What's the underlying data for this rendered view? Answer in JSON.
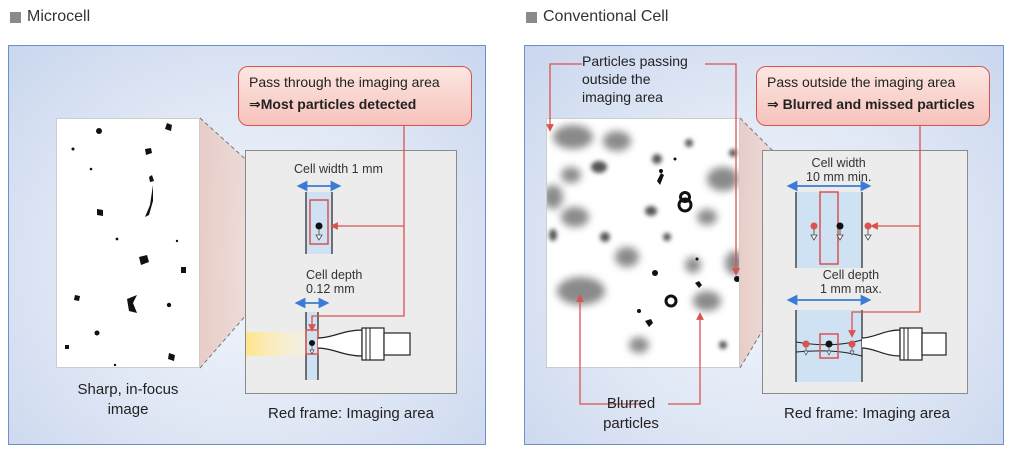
{
  "microcell": {
    "title": "Microcell",
    "callout_line1": "Pass through the imaging area",
    "callout_line2": "⇒Most particles detected",
    "cell_width": "Cell width 1 mm",
    "cell_depth_line1": "Cell depth",
    "cell_depth_line2": "0.12 mm",
    "image_caption_line1": "Sharp, in-focus",
    "image_caption_line2": "image",
    "frame_caption": "Red frame: Imaging area"
  },
  "conventional": {
    "title": "Conventional Cell",
    "outside_label_line1": "Particles passing",
    "outside_label_line2": "outside the",
    "outside_label_line3": "imaging area",
    "callout_line1": "Pass outside the imaging area",
    "callout_line2": "⇒ Blurred and missed particles",
    "cell_width_line1": "Cell width",
    "cell_width_line2": "10 mm min.",
    "cell_depth_line1": "Cell depth",
    "cell_depth_line2": "1 mm max.",
    "blurred_line1": "Blurred",
    "blurred_line2": "particles",
    "frame_caption": "Red frame: Imaging area"
  },
  "colors": {
    "panel_border": "#6f8fc8",
    "accent_red": "#d9534f",
    "arrow_blue": "#3a7bd5",
    "callout_fill": "#f9d3cc"
  }
}
